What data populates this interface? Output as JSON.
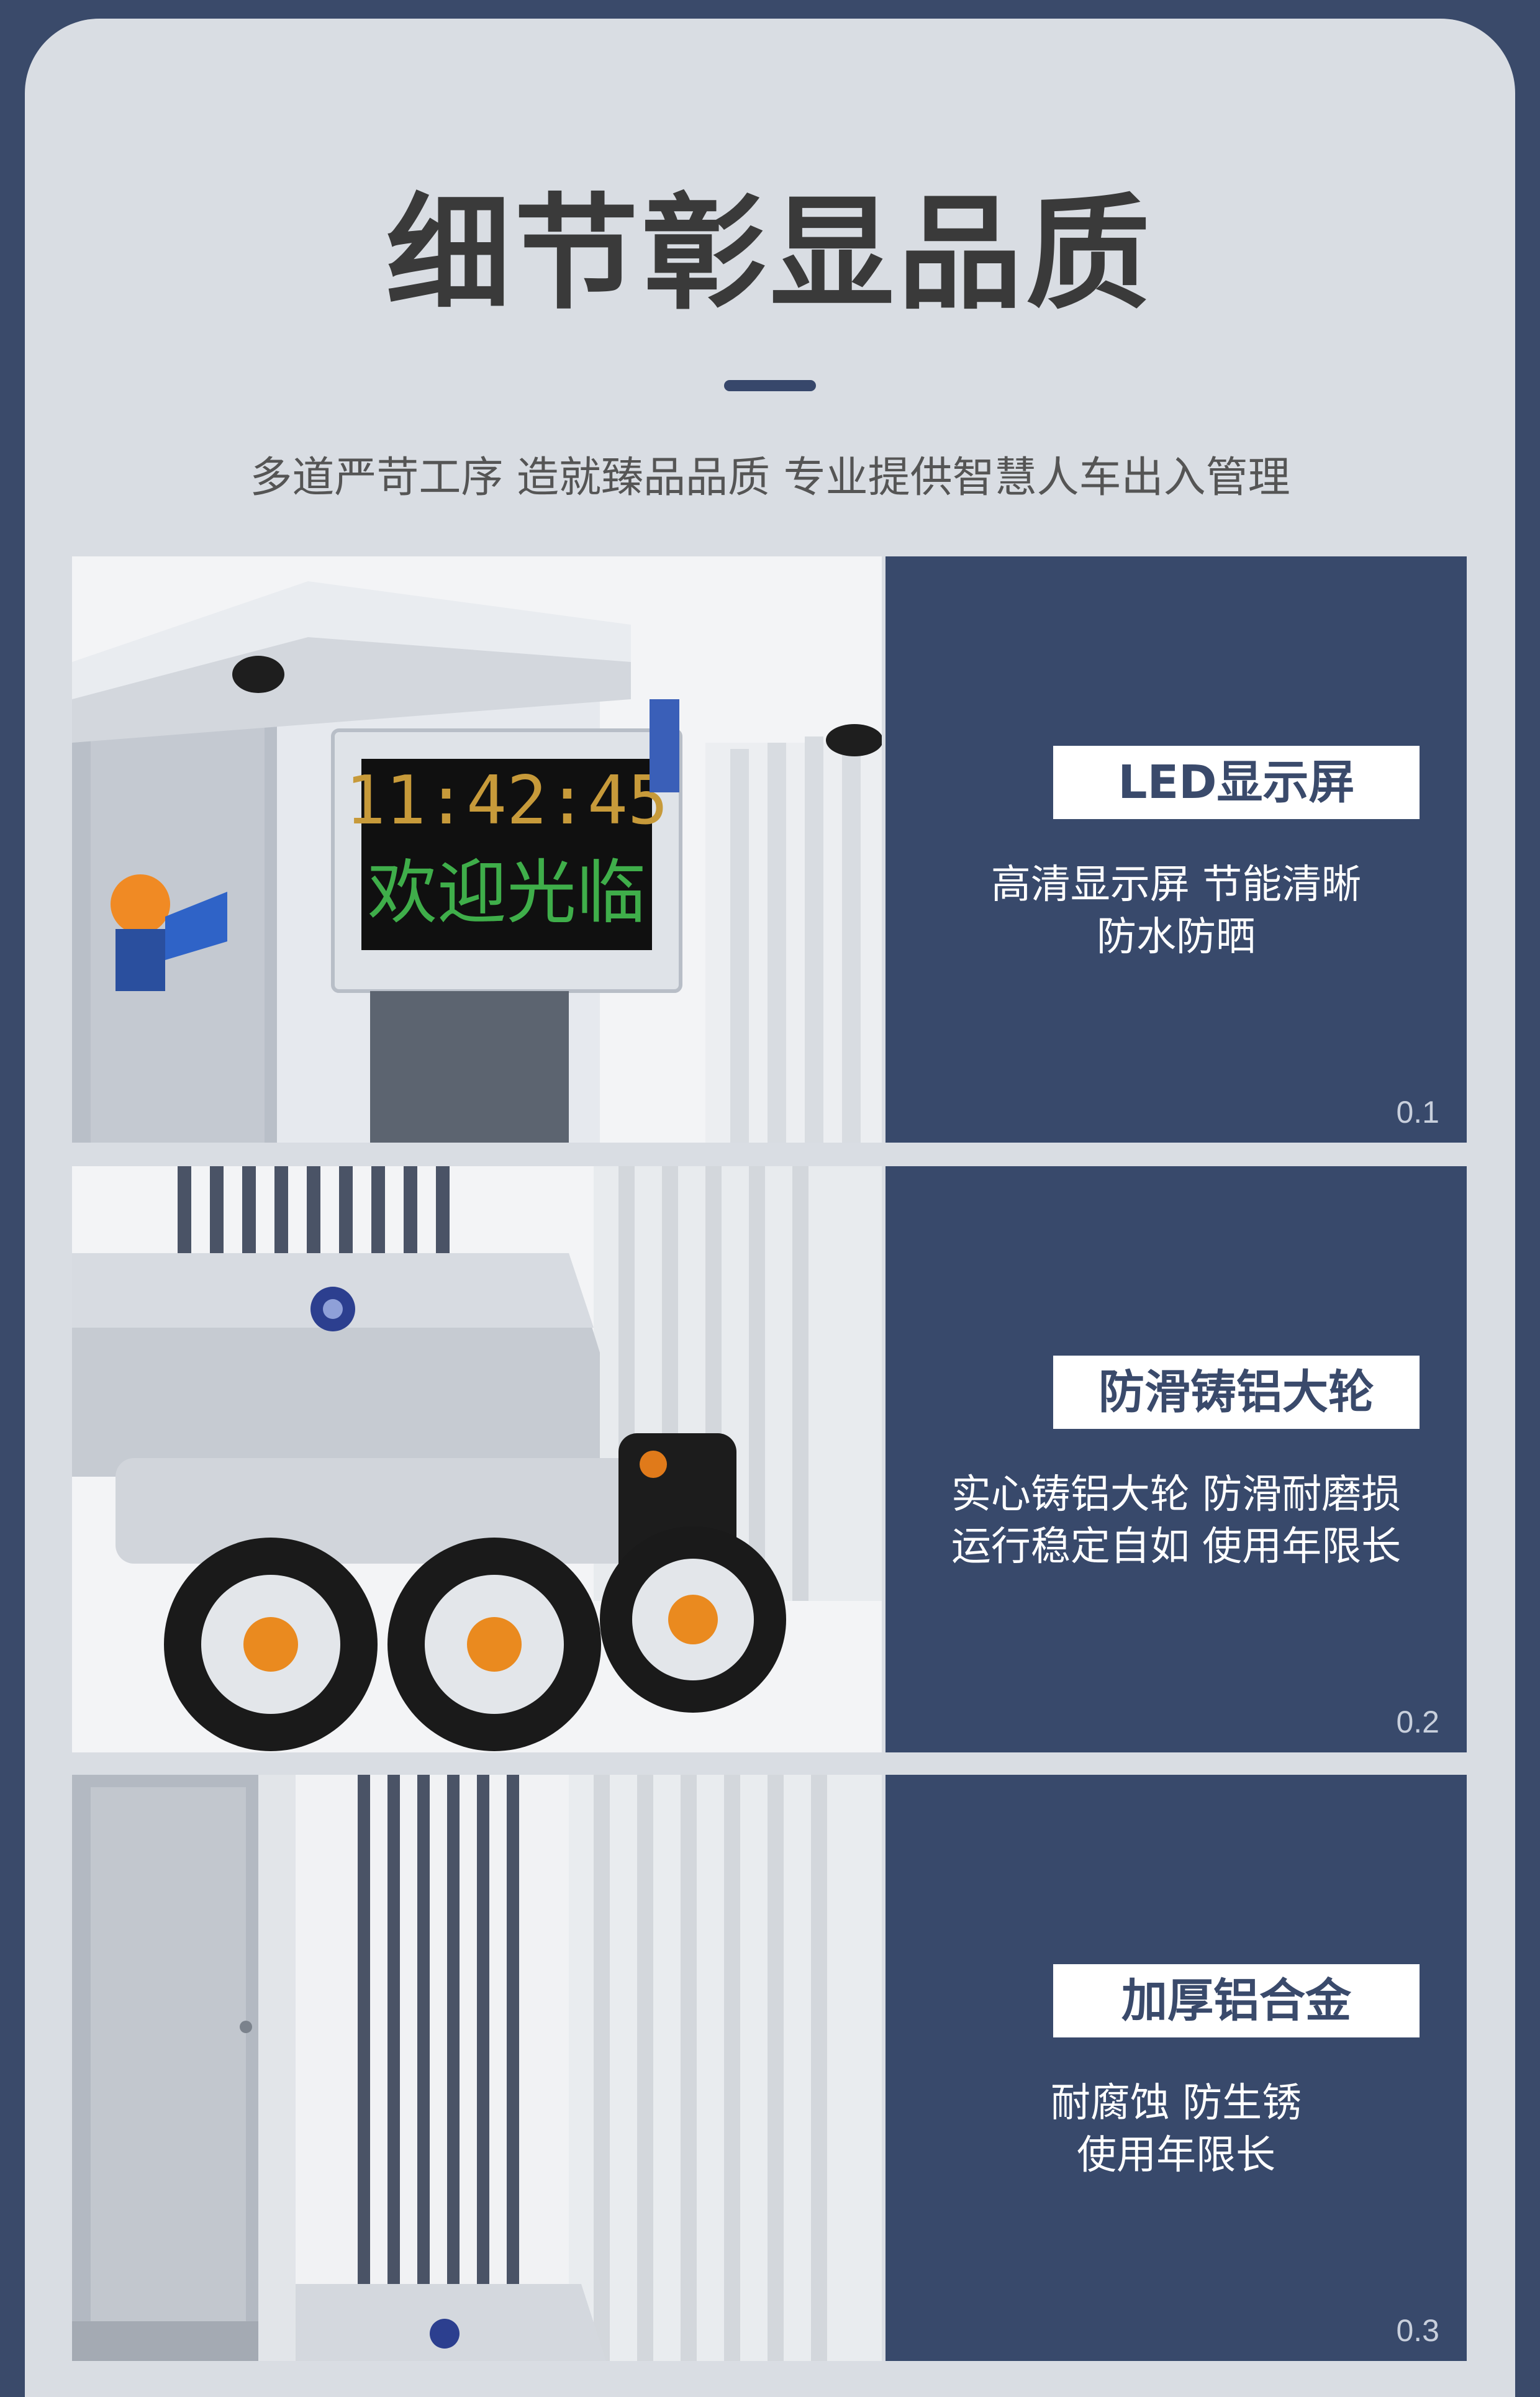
{
  "header": {
    "title": "细节彰显品质",
    "subtitle": "多道严苛工序 造就臻品品质 专业提供智慧人车出入管理"
  },
  "features": [
    {
      "tag": "LED显示屏",
      "line1": "高清显示屏 节能清晰",
      "line2": "防水防晒",
      "num": "0.1",
      "led_time": "11:42:45",
      "led_text": "欢迎光临"
    },
    {
      "tag": "防滑铸铝大轮",
      "line1": "实心铸铝大轮 防滑耐磨损",
      "line2": "运行稳定自如 使用年限长",
      "num": "0.2"
    },
    {
      "tag": "加厚铝合金",
      "line1": "耐腐蚀 防生锈",
      "line2": "使用年限长",
      "num": "0.3"
    }
  ],
  "colors": {
    "navy": "#38496b",
    "background": "#d9dde3",
    "led_orange": "#c79a3a",
    "led_green": "#3fae4a"
  }
}
